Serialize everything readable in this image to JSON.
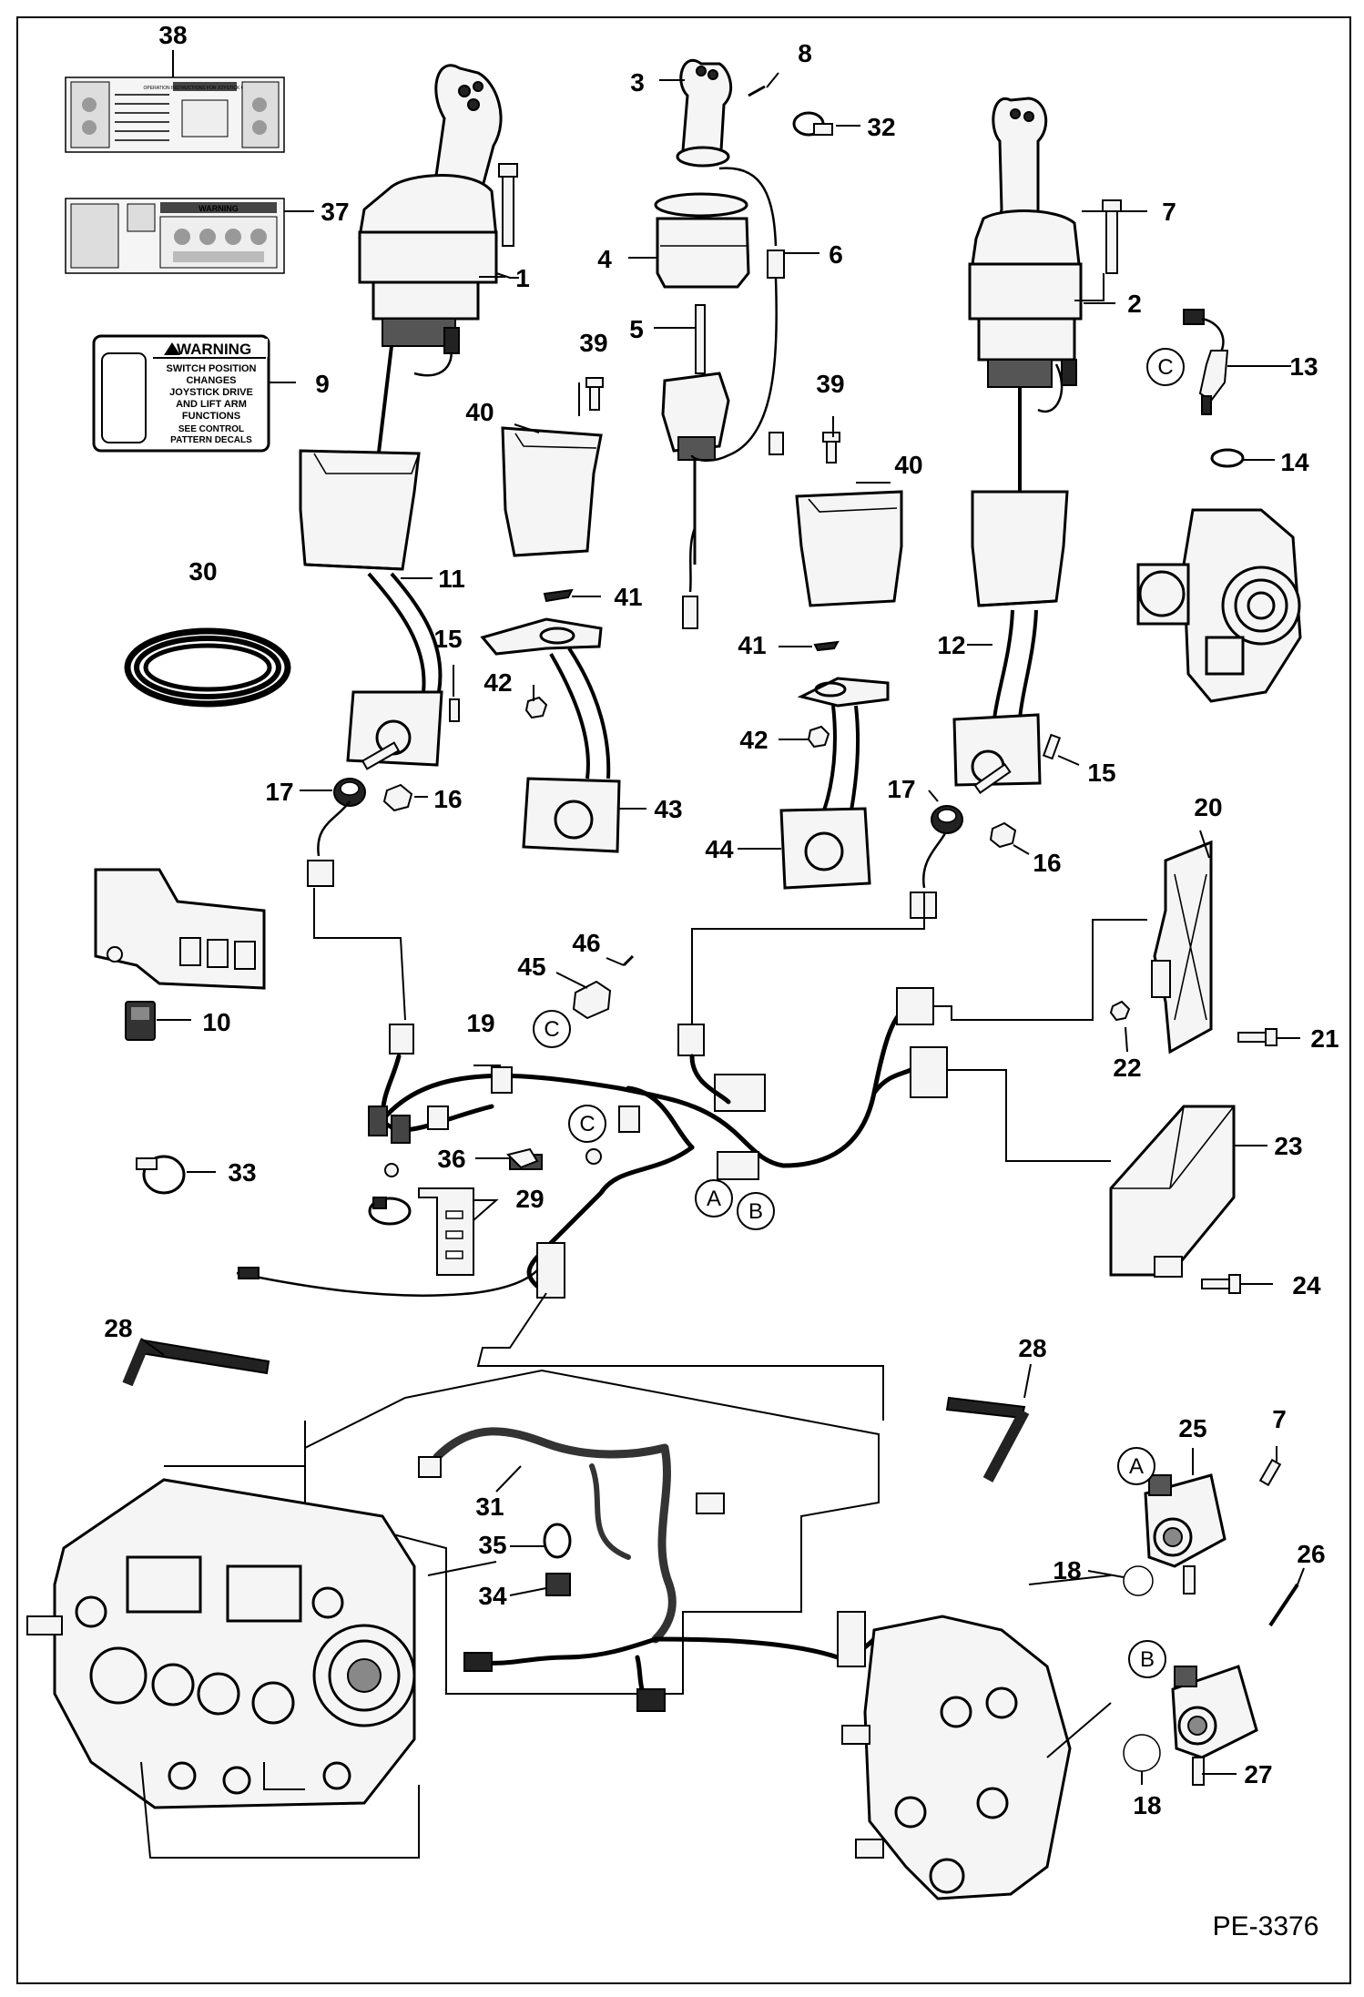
{
  "diagram": {
    "code": "PE-3376",
    "callouts": [
      "1",
      "2",
      "3",
      "4",
      "5",
      "6",
      "7",
      "8",
      "9",
      "10",
      "11",
      "12",
      "13",
      "14",
      "15",
      "16",
      "17",
      "18",
      "19",
      "20",
      "21",
      "22",
      "23",
      "24",
      "25",
      "26",
      "27",
      "28",
      "29",
      "30",
      "31",
      "32",
      "33",
      "34",
      "35",
      "36",
      "37",
      "38",
      "39",
      "40",
      "41",
      "42",
      "43",
      "44",
      "45",
      "46"
    ],
    "connectors": [
      "A",
      "B",
      "C"
    ],
    "decal_9": {
      "header": "WARNING",
      "lines": [
        "SWITCH POSITION",
        "CHANGES",
        "JOYSTICK DRIVE",
        "AND LIFT ARM",
        "FUNCTIONS",
        "SEE CONTROL",
        "PATTERN DECALS"
      ]
    },
    "decal_37": {
      "header": "WARNING"
    },
    "decal_38": {
      "header": "OPERATION INSTRUCTIONS FOR JOYSTICK CONTROLS"
    }
  }
}
